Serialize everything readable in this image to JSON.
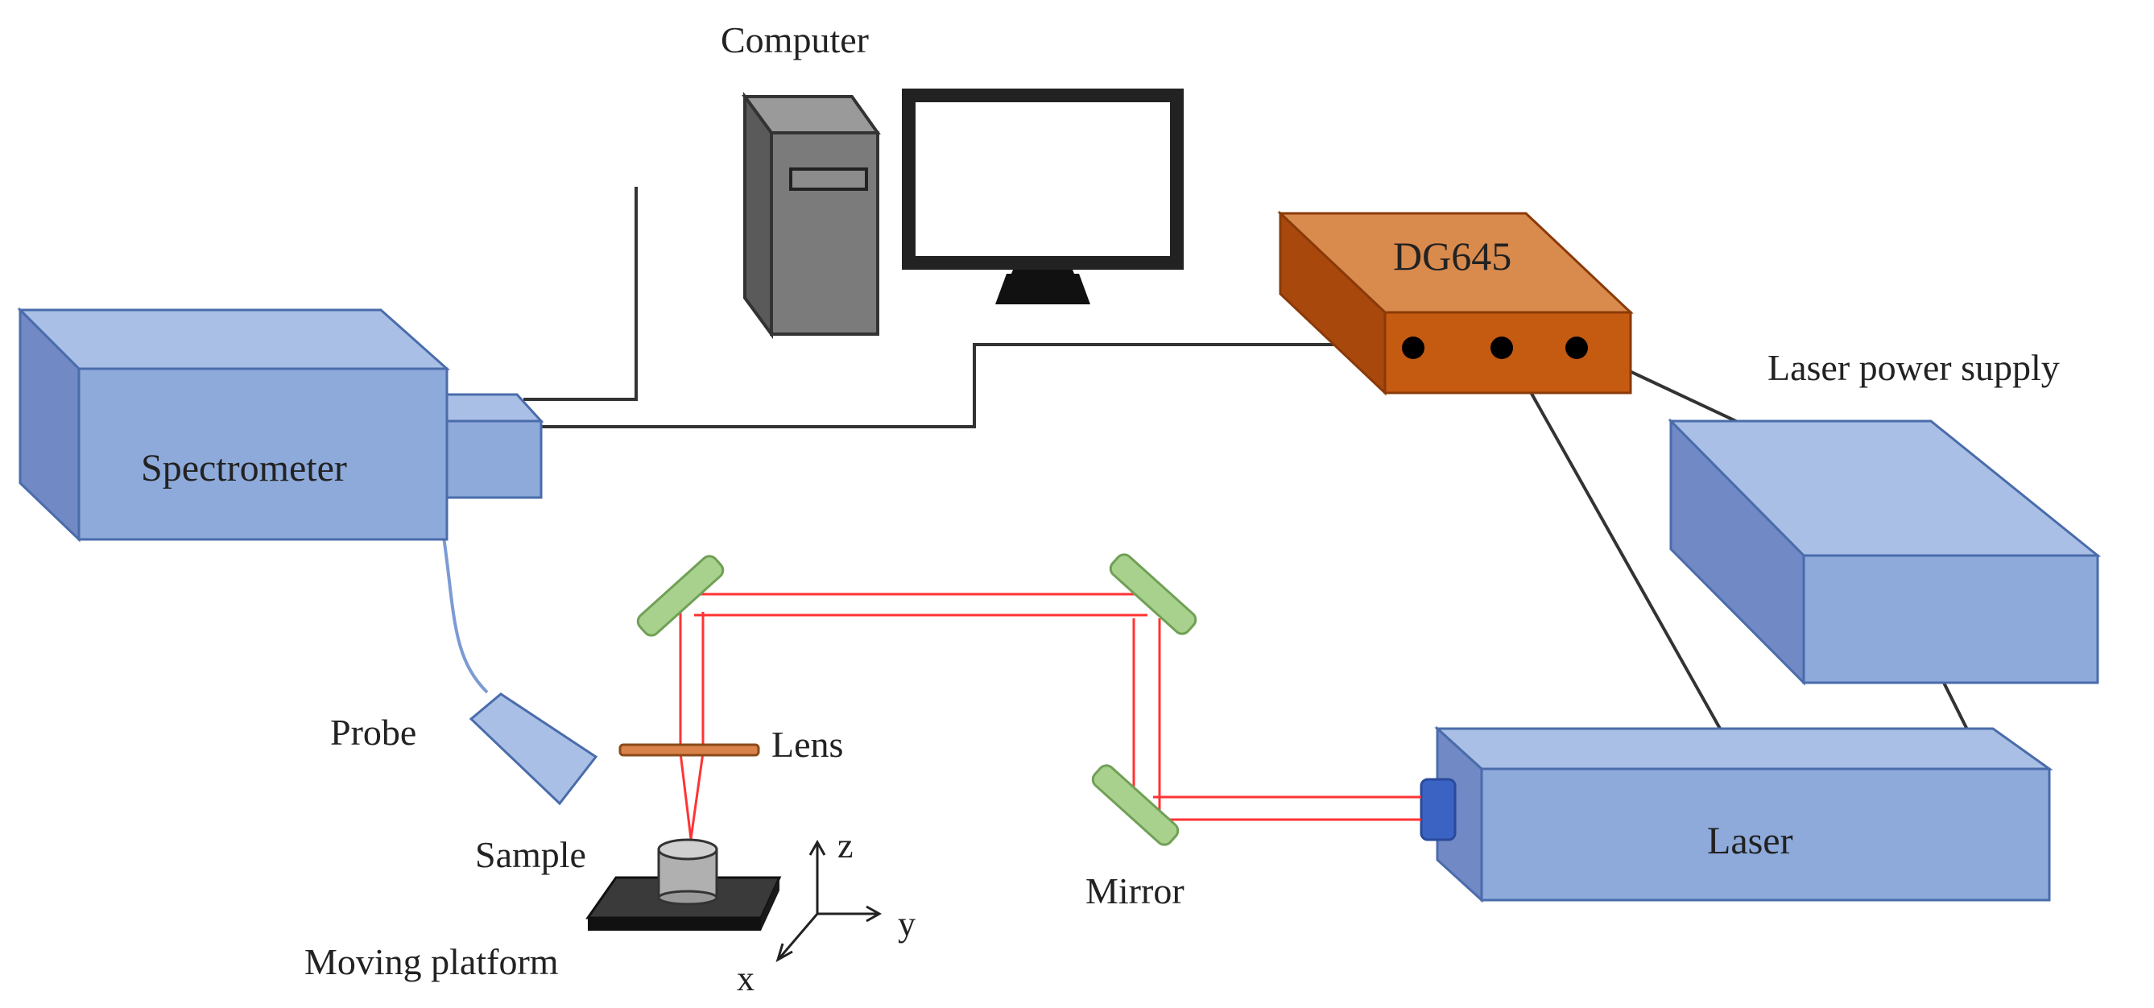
{
  "labels": {
    "computer": "Computer",
    "dg645": "DG645",
    "laser_power_supply": "Laser power supply",
    "spectrometer": "Spectrometer",
    "probe": "Probe",
    "lens": "Lens",
    "sample": "Sample",
    "moving_platform": "Moving platform",
    "mirror": "Mirror",
    "laser": "Laser",
    "axis_z": "z",
    "axis_y": "y",
    "axis_x": "x"
  },
  "colors": {
    "blue_front": "#8eaadb",
    "blue_side": "#7189c4",
    "blue_top": "#a9bfe5",
    "blue_edge": "#4a6cab",
    "orange_front": "#c55a11",
    "orange_side": "#a8480c",
    "orange_top": "#d98a4d",
    "mirror_green": "#a9d18e",
    "beam_red": "#ff3333",
    "cable": "#333333",
    "lens_orange": "#d9824a"
  }
}
